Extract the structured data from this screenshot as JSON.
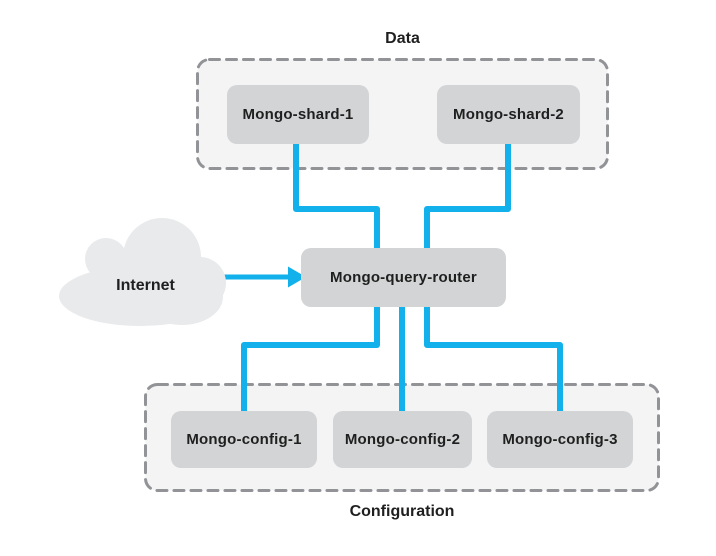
{
  "diagram": {
    "internet": {
      "label": "Internet"
    },
    "router": {
      "label": "Mongo-query-router"
    },
    "groups": {
      "data": {
        "label": "Data",
        "nodes": [
          {
            "label": "Mongo-shard-1"
          },
          {
            "label": "Mongo-shard-2"
          }
        ]
      },
      "configuration": {
        "label": "Configuration",
        "nodes": [
          {
            "label": "Mongo-config-1"
          },
          {
            "label": "Mongo-config-2"
          },
          {
            "label": "Mongo-config-3"
          }
        ]
      }
    },
    "connections": [
      {
        "from": "Internet",
        "to": "Mongo-query-router",
        "style": "arrow"
      },
      {
        "from": "Mongo-shard-1",
        "to": "Mongo-query-router",
        "style": "elbow"
      },
      {
        "from": "Mongo-shard-2",
        "to": "Mongo-query-router",
        "style": "elbow"
      },
      {
        "from": "Mongo-query-router",
        "to": "Mongo-config-1",
        "style": "elbow"
      },
      {
        "from": "Mongo-query-router",
        "to": "Mongo-config-2",
        "style": "straight"
      },
      {
        "from": "Mongo-query-router",
        "to": "Mongo-config-3",
        "style": "elbow"
      }
    ],
    "colors": {
      "connector": "#13b1ec",
      "node_fill": "#d2d4d5",
      "group_fill": "#f4f4f5",
      "group_border": "#919396",
      "cloud_fill": "#e8eaec",
      "text": "#1f1f1f",
      "background": "#ffffff"
    }
  }
}
